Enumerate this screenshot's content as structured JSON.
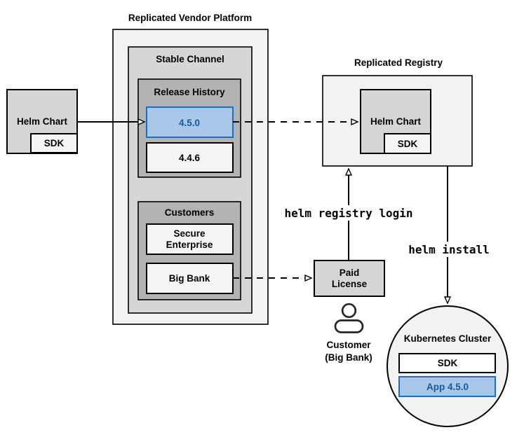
{
  "colors": {
    "page_background": "#ffffff",
    "container_fill": "#f2f2f2",
    "mid_gray_fill": "#d6d6d6",
    "dark_gray_fill": "#b3b3b3",
    "light_box_fill": "#f5f5f5",
    "white_box_fill": "#ffffff",
    "highlight_fill": "#a9c8e9",
    "highlight_border": "#1f6fc0",
    "highlight_text": "#17599c",
    "line_color": "#000000"
  },
  "vendor_platform": {
    "title": "Replicated Vendor Platform",
    "stable_channel": {
      "label": "Stable Channel",
      "release_history": {
        "label": "Release History",
        "current_version": "4.5.0",
        "previous_version": "4.4.6"
      },
      "customers": {
        "label": "Customers",
        "customer1_lines": [
          "Secure",
          "Enterprise"
        ],
        "customer2": "Big Bank"
      }
    }
  },
  "helm_chart_source": {
    "label": "Helm Chart",
    "sdk": "SDK"
  },
  "registry": {
    "title": "Replicated Registry",
    "helm_chart": {
      "label": "Helm Chart",
      "sdk": "SDK"
    }
  },
  "paid_license": {
    "lines": [
      "Paid",
      "License"
    ]
  },
  "customer_actor": {
    "lines": [
      "Customer",
      "(Big Bank)"
    ]
  },
  "commands": {
    "registry_login": "helm registry login",
    "install": "helm install"
  },
  "cluster": {
    "label": "Kubernetes Cluster",
    "sdk": "SDK",
    "app": "App 4.5.0"
  }
}
